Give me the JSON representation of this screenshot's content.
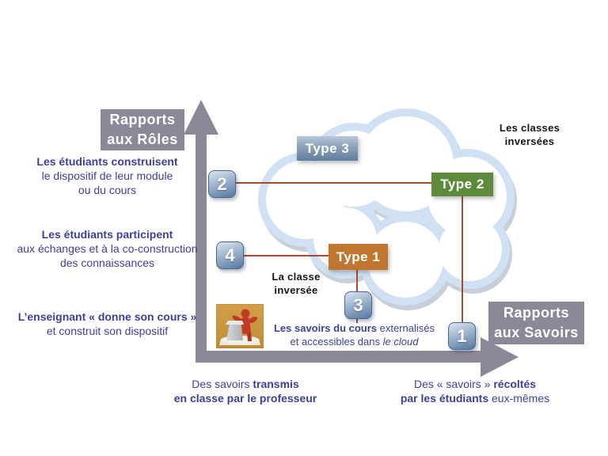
{
  "diagram": {
    "y_axis": {
      "label_l1": "Rapports",
      "label_l2": "aux Rôles"
    },
    "x_axis": {
      "label_l1": "Rapports",
      "label_l2": "aux Savoirs"
    },
    "types": {
      "t1": "Type 1",
      "t2": "Type 2",
      "t3": "Type 3"
    },
    "badges": {
      "n1": "1",
      "n2": "2",
      "n3": "3",
      "n4": "4"
    },
    "cloud_caption": {
      "l1": "Les classes",
      "l2": "inversées"
    },
    "class_caption": {
      "l1": "La classe",
      "l2": "inversée"
    },
    "roles_texts": {
      "construisent": {
        "l1": "Les étudiants construisent",
        "l2": "le dispositif de leur module",
        "l3": "ou du cours"
      },
      "participent": {
        "l1": "Les étudiants participent",
        "l2": "aux échanges et à la co-construction",
        "l3": "des connaissances"
      },
      "enseignant": {
        "l1": "L’enseignant « donne son cours »",
        "l2": "et construit son dispositif"
      }
    },
    "savoirs_text": {
      "l1_bold": "Les savoirs du cours",
      "l1_rest": " externalisés",
      "l2_pre": "et accessibles dans ",
      "l2_italic": "le cloud"
    },
    "x_axis_texts": {
      "transmis": {
        "l1_pre": "Des savoirs ",
        "l1_bold": "transmis",
        "l2_bold": "en classe par le professeur"
      },
      "recoltes": {
        "l1_pre": "Des « savoirs » ",
        "l1_bold": "récoltés",
        "l2_bold": "par les étudiants",
        "l2_rest": " eux-mêmes"
      }
    },
    "colors": {
      "axis_gray": "#8d8898",
      "blue_text": "#3c3f9c",
      "red_line": "#a84a2e",
      "type1_orange": "#c0762f",
      "type2_green": "#5d8a3b",
      "type3_slate": "#8ba0ba",
      "cloud_blue": "#cfe1f2"
    }
  }
}
